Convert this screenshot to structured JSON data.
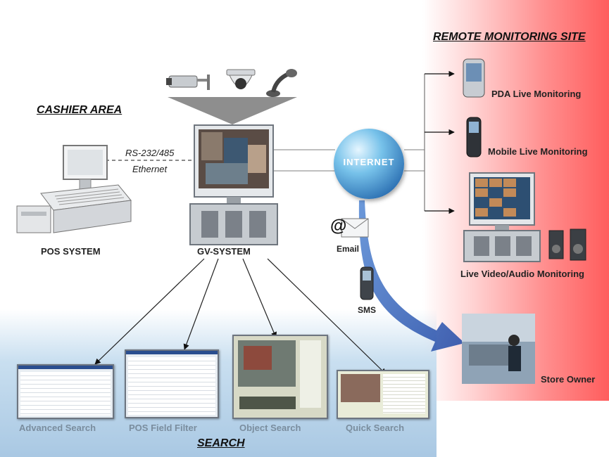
{
  "titles": {
    "cashier_area": "CASHIER AREA",
    "remote_site": "REMOTE MONITORING SITE",
    "search": "SEARCH"
  },
  "labels": {
    "pos_system": "POS SYSTEM",
    "gv_system": "GV-SYSTEM",
    "rs232": "RS-232/485",
    "ethernet": "Ethernet",
    "internet": "INTERNET",
    "email": "Email",
    "sms": "SMS",
    "pda": "PDA Live Monitoring",
    "mobile": "Mobile Live Monitoring",
    "live_video": "Live Video/Audio Monitoring",
    "store_owner": "Store Owner"
  },
  "search_items": [
    {
      "label": "Advanced Search"
    },
    {
      "label": "POS Field Filter"
    },
    {
      "label": "Object Search"
    },
    {
      "label": "Quick Search"
    }
  ],
  "colors": {
    "remote_bg": "#ff5d5d",
    "search_bg": "#a9c8e3",
    "arrow_blue": "#2f5fb5",
    "internet_globe": "#2b6fb2"
  },
  "icons": [
    "camera-icon",
    "dome-camera-icon",
    "microphone-icon",
    "pos-terminal-icon",
    "monitor-icon",
    "server-icon",
    "globe-icon",
    "email-icon",
    "phone-icon",
    "pda-icon",
    "speaker-icon"
  ]
}
